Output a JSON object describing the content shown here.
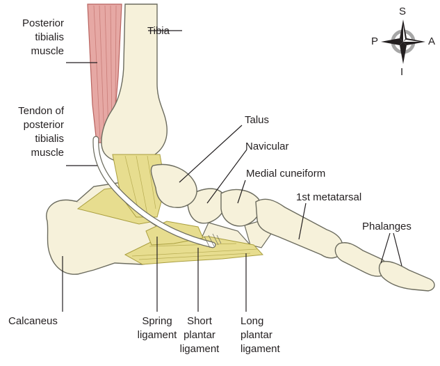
{
  "labels": {
    "tibia": "Tibia",
    "posterior_tibialis_muscle": [
      "Posterior",
      "tibialis",
      "muscle"
    ],
    "tendon": [
      "Tendon of",
      "posterior",
      "tibialis",
      "muscle"
    ],
    "talus": "Talus",
    "navicular": "Navicular",
    "medial_cuneiform": "Medial cuneiform",
    "first_metatarsal": "1st metatarsal",
    "phalanges": "Phalanges",
    "calcaneus": "Calcaneus",
    "spring_ligament": [
      "Spring",
      "ligament"
    ],
    "short_plantar_ligament": [
      "Short",
      "plantar",
      "ligament"
    ],
    "long_plantar_ligament": [
      "Long",
      "plantar",
      "ligament"
    ]
  },
  "compass": {
    "superior": "S",
    "inferior": "I",
    "posterior": "P",
    "anterior": "A"
  },
  "colors": {
    "bone": "#f6f1da",
    "bone_outline": "#6b6b5e",
    "ligament": "#e7dd8f",
    "muscle": "#e6a8a4",
    "tendon": "#ffffff",
    "leader_line": "#231f20"
  }
}
